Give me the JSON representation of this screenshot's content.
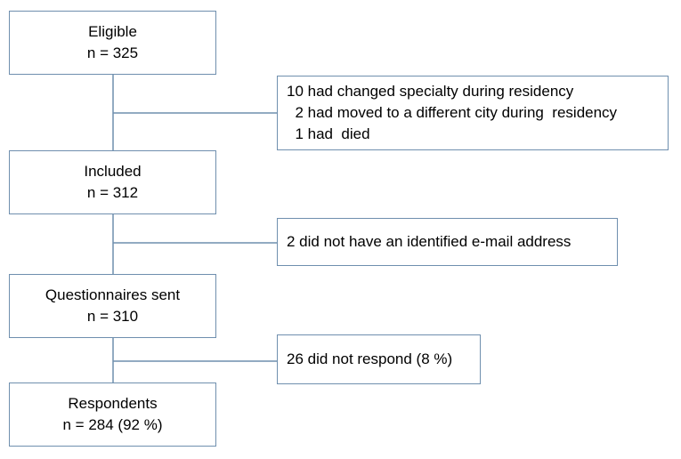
{
  "flow": {
    "eligible": {
      "label": "Eligible",
      "count": "n = 325"
    },
    "included": {
      "label": "Included",
      "count": "n = 312"
    },
    "sent": {
      "label": "Questionnaires sent",
      "count": "n = 310"
    },
    "respondents": {
      "label": "Respondents",
      "count": "n = 284 (92 %)"
    }
  },
  "exclusions": {
    "first": [
      "10 had changed specialty during residency",
      "  2 had moved to a different city during  residency",
      "  1 had  died"
    ],
    "second": "2 did not have an identified e-mail address",
    "third": "26 did not respond (8 %)"
  },
  "colors": {
    "border": "#6f8fae",
    "connector": "#6f8fae",
    "text": "#000000"
  }
}
